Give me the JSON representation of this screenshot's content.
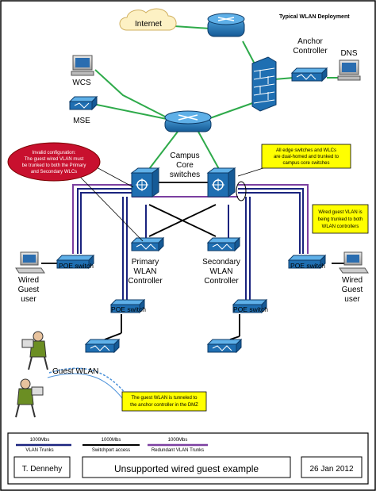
{
  "title": "Typical WLAN Deployment",
  "nodes": {
    "internet": "Internet",
    "anchor_controller": [
      "Anchor",
      "Controller"
    ],
    "dns": "DNS",
    "wcs": "WCS",
    "mse": "MSE",
    "campus_core": [
      "Campus",
      "Core",
      "switches"
    ],
    "primary_wlan": [
      "Primary",
      "WLAN",
      "Controller"
    ],
    "secondary_wlan": [
      "Secondary",
      "WLAN",
      "Controller"
    ],
    "poe_switch": "POE switch",
    "wired_guest_user": [
      "Wired",
      "Guest",
      "user"
    ],
    "guest_wlan": "Guest WLAN"
  },
  "callouts": {
    "invalid_config": [
      "Invalid configuration:",
      "The guest wired VLAN must",
      "be trunked to both the Primary",
      "and Secondary WLCs"
    ],
    "dual_homed": [
      "All edge switches and WLCs",
      "are dual-homed and trunked to",
      "campus core switches"
    ],
    "wired_guest_trunk": [
      "Wired guest VLAN is",
      "being trunked to both",
      "WLAN controllers"
    ],
    "guest_tunnel": [
      "The guest WLAN is tunneled to",
      "the anchor controller in the DMZ"
    ]
  },
  "legend": [
    {
      "speed": "1000Mbs",
      "label": "VLAN Trunks",
      "color": "#1a237e"
    },
    {
      "speed": "1000Mbs",
      "label": "Switchport access",
      "color": "#000000"
    },
    {
      "speed": "1000Mbs",
      "label": "Redundant VLAN Trunks",
      "color": "#7b3fa0"
    }
  ],
  "footer": {
    "author": "T. Dennehy",
    "title": "Unsupported wired guest example",
    "date": "26 Jan 2012"
  },
  "colors": {
    "device_blue": "#1f6fb2",
    "link_green": "#2eaa4a",
    "trunk_navy": "#1a237e",
    "redundant_purple": "#7b3fa0",
    "callout_red": "#c8102e",
    "callout_yellow": "#ffff00"
  }
}
